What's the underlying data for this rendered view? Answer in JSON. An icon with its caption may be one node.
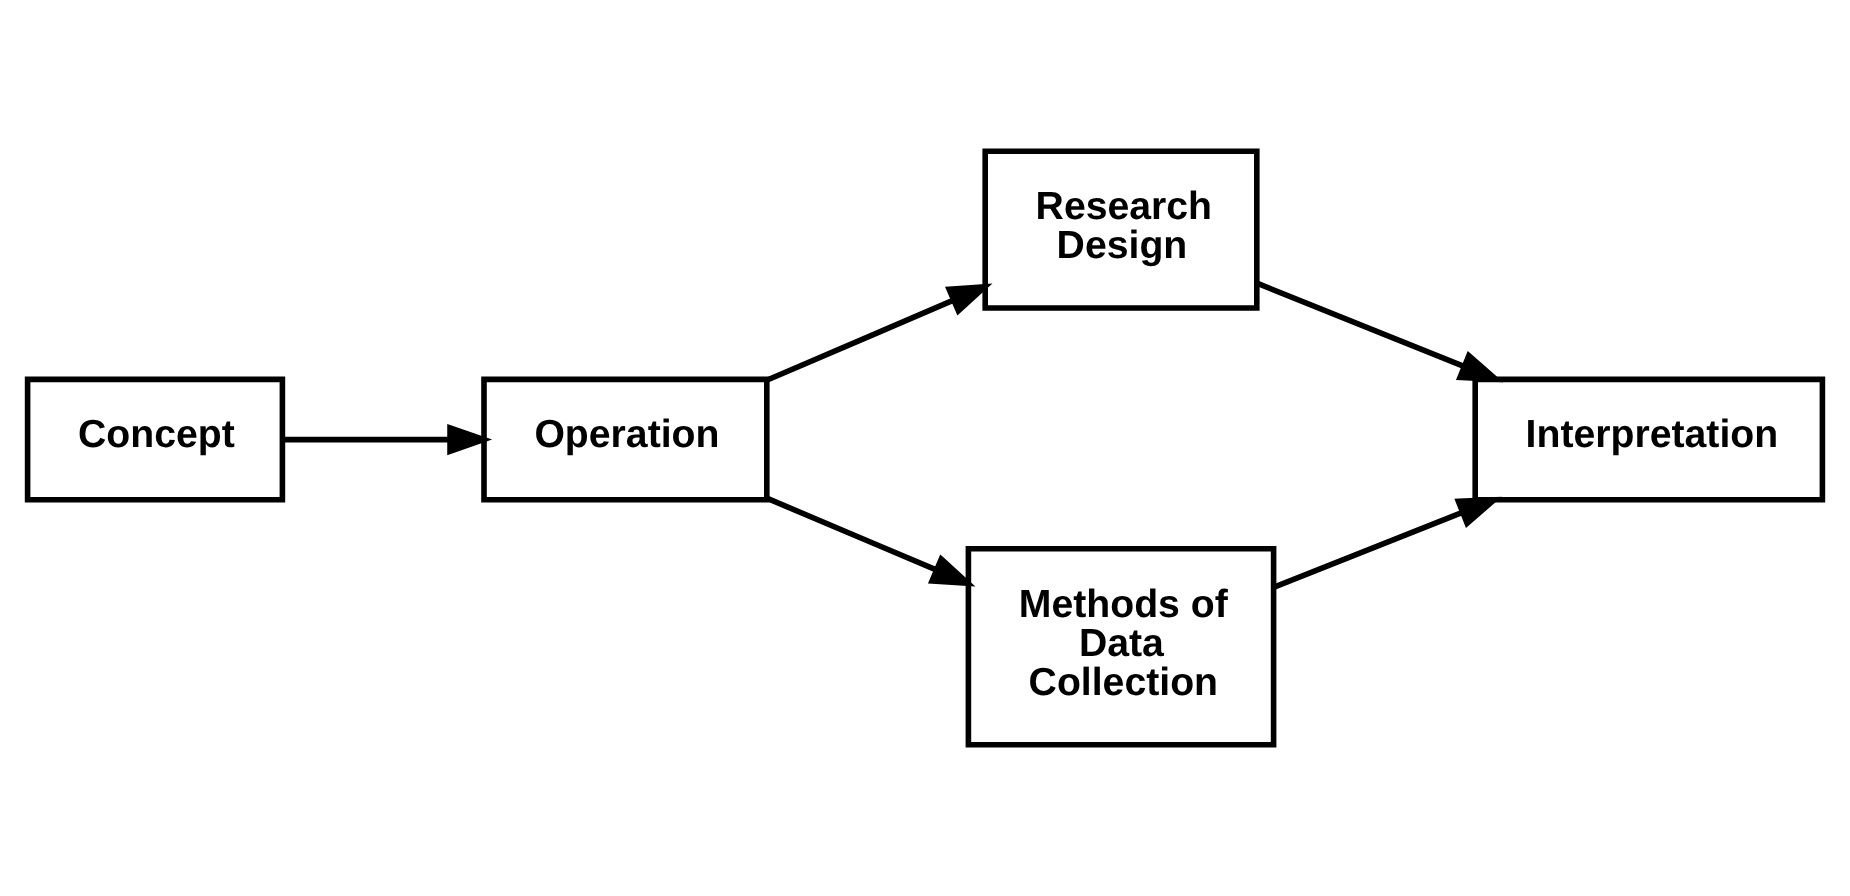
{
  "diagram": {
    "nodes": [
      {
        "text": [
          "Concept"
        ]
      },
      {
        "text": [
          "Operation"
        ]
      },
      {
        "text": [
          "Research Design"
        ]
      },
      {
        "text": [
          "Methods of Data Collection"
        ]
      },
      {
        "text": [
          "Interpretation"
        ]
      }
    ],
    "edges": [
      {
        "from": 0,
        "to": 1,
        "arrow": "to"
      },
      {
        "from": 1,
        "to": 2,
        "arrow": "to"
      },
      {
        "from": 1,
        "to": 3,
        "arrow": "to"
      },
      {
        "from": 2,
        "to": 4,
        "arrow": "to"
      },
      {
        "from": 3,
        "to": 4,
        "arrow": "to"
      }
    ]
  }
}
